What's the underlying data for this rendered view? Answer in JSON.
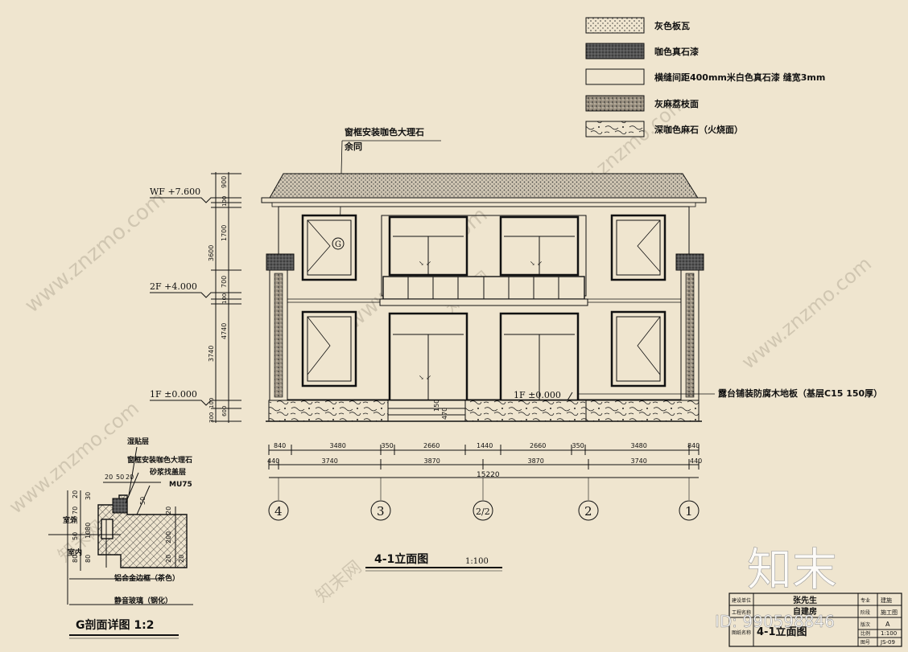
{
  "legend": [
    {
      "label": "灰色板瓦",
      "pattern": "tile"
    },
    {
      "label": "咖色真石漆",
      "pattern": "coffee"
    },
    {
      "label": "横缝间距400mm米白色真石漆  缝宽3mm",
      "pattern": "plain"
    },
    {
      "label": "灰麻荔枝面",
      "pattern": "granite"
    },
    {
      "label": "深咖色麻石（火烧面）",
      "pattern": "stone"
    }
  ],
  "annotations": {
    "window_frame_l1": "窗框安装咖色大理石",
    "window_frame_l2": "余同",
    "terrace_floor": "露台铺装防腐木地板（基层C15  150厚）",
    "callout_g": "G"
  },
  "levels": [
    {
      "label": "WF",
      "value": "+7.600"
    },
    {
      "label": "2F",
      "value": "+4.000"
    },
    {
      "label": "1F",
      "value": "±0.000"
    }
  ],
  "inner_level": {
    "label": "1F",
    "value": "±0.000"
  },
  "vertical_dims": [
    "900",
    "100",
    "1700",
    "3600",
    "700",
    "100",
    "3740",
    "4740",
    "100",
    "600",
    "300"
  ],
  "step_dims": [
    "150",
    "470"
  ],
  "dim_row1": [
    "840",
    "3480",
    "350",
    "2660",
    "1440",
    "2660",
    "350",
    "3480",
    "840"
  ],
  "dim_row2": [
    "440",
    "3740",
    "3870",
    "3870",
    "3740",
    "440"
  ],
  "dim_total": "15220",
  "axes": [
    "4",
    "3",
    "2/2",
    "2",
    "1"
  ],
  "title": {
    "main": "4-1立面图",
    "scale": "1:100"
  },
  "section": {
    "labels": [
      "湿贴层",
      "窗框安装咖色大理石",
      "砂浆找盖层",
      "MU75",
      "室外",
      "室内",
      "铝合金边框（茶色）",
      "静音玻璃（钢化）"
    ],
    "dims": [
      "20",
      "50",
      "20",
      "20",
      "50",
      "30",
      "70",
      "80",
      "30",
      "10",
      "50",
      "20",
      "80",
      "80",
      "20",
      "200",
      "20"
    ],
    "title": "G剖面详图",
    "scale": "1:2"
  },
  "title_block": {
    "client_label": "建设单位",
    "client": "张先生",
    "project_label": "工程名称",
    "project": "自建房",
    "drawing_label": "图纸名称",
    "drawing": "4-1立面图",
    "spec_label": "专业",
    "spec": "建施",
    "stage_label": "阶段",
    "stage": "施工图",
    "ver_label": "版次",
    "ver": "A",
    "scale_label": "比例",
    "scale": "1:100",
    "num_label": "图号",
    "num": "JS-09"
  },
  "watermarks": {
    "brand": "知末",
    "site": "www.znzmo.com",
    "cn": "知末网",
    "id": "ID: 990598846"
  },
  "colors": {
    "paper": "#efe5cf",
    "line": "#111111",
    "watermark": "#b8ae9a"
  }
}
